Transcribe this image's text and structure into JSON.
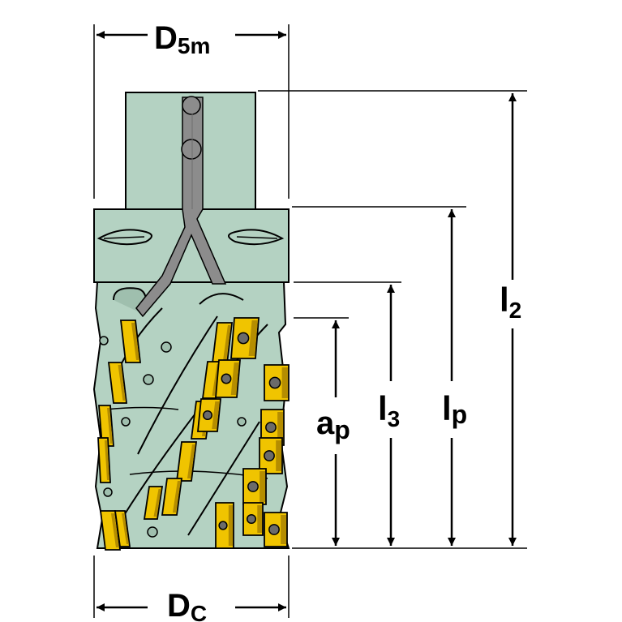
{
  "labels": {
    "d5m": {
      "main": "D",
      "sub": "5m"
    },
    "dc": {
      "main": "D",
      "sub": "C"
    },
    "l2": {
      "main": "l",
      "sub": "2"
    },
    "lp": {
      "main": "l",
      "sub": "p"
    },
    "l3": {
      "main": "l",
      "sub": "3"
    },
    "ap": {
      "main": "a",
      "sub": "p"
    }
  },
  "colors": {
    "body": "#b4d2c2",
    "body_shade": "#9fbfae",
    "coolant": "#8c8c8c",
    "insert": "#f0c400",
    "insert_shade": "#b58d00",
    "line": "#000000",
    "background": "#ffffff"
  },
  "parts": {
    "shank": "shank",
    "flange": "flange",
    "cutter_head": "helical-cutter-head",
    "inserts": "indexable-inserts",
    "coolant_channel": "coolant-channel"
  }
}
